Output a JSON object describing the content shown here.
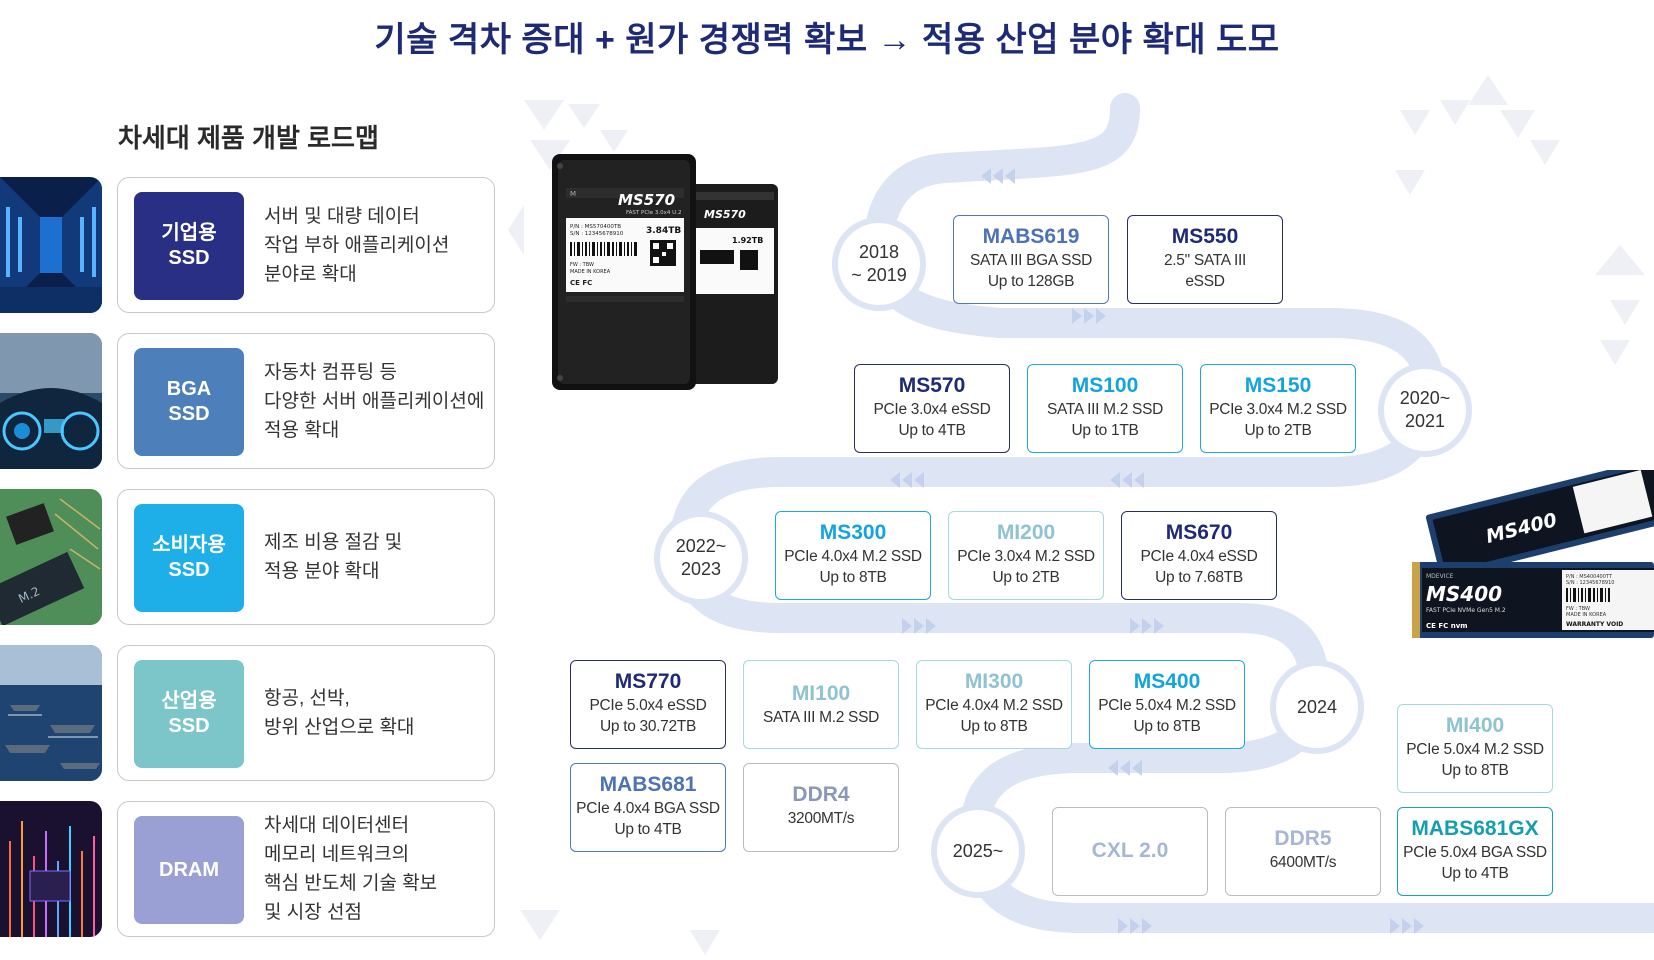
{
  "title": "기술 격차 증대 + 원가 경쟁력 확보 → 적용 산업 분야 확대 도모",
  "subtitle": "차세대 제품 개발 로드맵",
  "colors": {
    "title": "#1f2a77",
    "path": "#dde4f4",
    "enterprise": "#2a2f86",
    "bga": "#4d7fba",
    "consumer": "#1eaee8",
    "industrial": "#7cc6c9",
    "dram": "#9aa0d4"
  },
  "segments": [
    {
      "badge": "기업용\nSSD",
      "desc": "서버 및 대량 데이터\n작업 부하 애플리케이션\n분야로 확대",
      "color": "#2a2f86",
      "image": "server-room"
    },
    {
      "badge": "BGA\nSSD",
      "desc": "자동차 컴퓨팅 등\n다양한 서버 애플리케이션에\n적용 확대",
      "color": "#4d7fba",
      "image": "car-dashboard"
    },
    {
      "badge": "소비자용\nSSD",
      "desc": "제조 비용 절감 및\n적용 분야 확대",
      "color": "#1eaee8",
      "image": "circuit-board"
    },
    {
      "badge": "산업용\nSSD",
      "desc": "항공, 선박,\n방위 산업으로 확대",
      "color": "#7cc6c9",
      "image": "navy-fleet"
    },
    {
      "badge": "DRAM",
      "desc": "차세대 데이터센터\n메모리 네트워크의\n핵심 반도체 기술 확보\n및 시장 선점",
      "color": "#9aa0d4",
      "image": "chip-circuit"
    }
  ],
  "years": [
    {
      "label": "2018\n~ 2019"
    },
    {
      "label": "2020~\n2021"
    },
    {
      "label": "2022~\n2023"
    },
    {
      "label": "2024"
    },
    {
      "label": "2025~"
    }
  ],
  "products": [
    {
      "name": "MABS619",
      "desc": "SATA III BGA SSD\nUp to 128GB",
      "style": "s-blue"
    },
    {
      "name": "MS550",
      "desc": "2.5\" SATA III\neSSD",
      "style": "s-navy"
    },
    {
      "name": "MS570",
      "desc": "PCIe 3.0x4 eSSD\nUp to 4TB",
      "style": "s-navy"
    },
    {
      "name": "MS100",
      "desc": "SATA III M.2 SSD\nUp to 1TB",
      "style": "s-cyan"
    },
    {
      "name": "MS150",
      "desc": "PCIe 3.0x4 M.2 SSD\nUp to 2TB",
      "style": "s-cyan"
    },
    {
      "name": "MS300",
      "desc": "PCIe 4.0x4 M.2 SSD\nUp to 8TB",
      "style": "s-cyan"
    },
    {
      "name": "MI200",
      "desc": "PCIe 3.0x4 M.2 SSD\nUp to 2TB",
      "style": "s-light"
    },
    {
      "name": "MS670",
      "desc": "PCIe 4.0x4 eSSD\nUp to 7.68TB",
      "style": "s-navy"
    },
    {
      "name": "MS770",
      "desc": "PCIe 5.0x4 eSSD\nUp to 30.72TB",
      "style": "s-navy"
    },
    {
      "name": "MI100",
      "desc": "SATA III M.2 SSD",
      "style": "s-light"
    },
    {
      "name": "MI300",
      "desc": "PCIe 4.0x4 M.2 SSD\nUp to 8TB",
      "style": "s-light"
    },
    {
      "name": "MS400",
      "desc": "PCIe 5.0x4 M.2 SSD\nUp to 8TB",
      "style": "s-cyan"
    },
    {
      "name": "MABS681",
      "desc": "PCIe 4.0x4 BGA SSD\nUp to 4TB",
      "style": "s-blue"
    },
    {
      "name": "DDR4",
      "desc": "3200MT/s",
      "style": "s-gray"
    },
    {
      "name": "MI400",
      "desc": "PCIe 5.0x4 M.2 SSD\nUp to 8TB",
      "style": "s-light"
    },
    {
      "name": "CXL 2.0",
      "desc": "",
      "style": "s-grayb"
    },
    {
      "name": "DDR5",
      "desc": "6400MT/s",
      "style": "s-grayb"
    },
    {
      "name": "MABS681GX",
      "desc": "PCIe 5.0x4 BGA SSD\nUp to 4TB",
      "style": "s-teal"
    }
  ],
  "ssd_visual": {
    "brand": "MS570",
    "sub": "FAST PCIe 3.0x4 U.2",
    "cap_big": "3.84TB",
    "cap_small": "1.92TB",
    "pn": "P/N : MS570400TB",
    "sn": "S/N : 12345678910",
    "fw": "FW : TBW",
    "made": "MADE IN KOREA",
    "marks": "CE FC"
  },
  "m2_visual": {
    "brand": "MS400",
    "sub": "FAST PCIe NVMe Gen5 M.2",
    "pn": "P/N : MS400400TT",
    "sn": "S/N : 12345678910",
    "fw": "FW : TBW",
    "made": "MADE IN KOREA",
    "warranty": "WARRANTY VOID",
    "marks": "CE FC nvm"
  }
}
